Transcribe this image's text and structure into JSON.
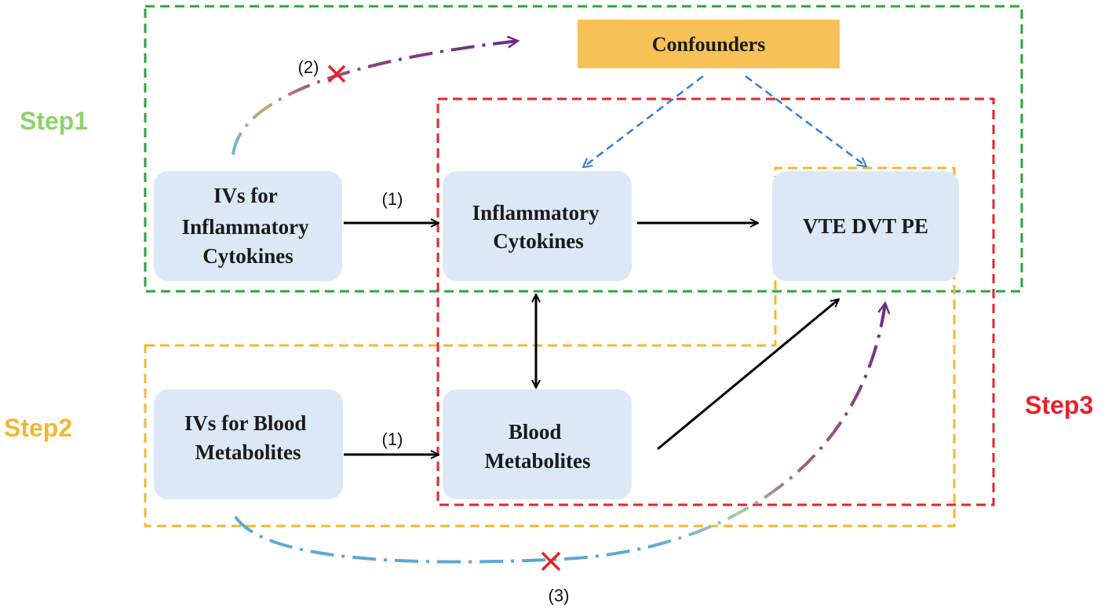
{
  "steps": {
    "step1": {
      "label": "Step1",
      "color": "#8cd36a"
    },
    "step2": {
      "label": "Step2",
      "color": "#f5b731"
    },
    "step3": {
      "label": "Step3",
      "color": "#e8232b"
    }
  },
  "nodes": {
    "ivs_cytokines": {
      "lines": [
        "IVs for",
        "Inflammatory",
        "Cytokines"
      ]
    },
    "cytokines": {
      "lines": [
        "Inflammatory",
        "Cytokines"
      ]
    },
    "outcome": {
      "lines": [
        "VTE DVT PE"
      ]
    },
    "ivs_metabolites": {
      "lines": [
        "IVs for Blood",
        "Metabolites"
      ]
    },
    "metabolites": {
      "lines": [
        "Blood",
        "Metabolites"
      ]
    },
    "confounders": {
      "label": "Confounders"
    }
  },
  "annotations": {
    "assumption1_top": "(1)",
    "assumption1_bottom": "(1)",
    "assumption2": "(2)",
    "assumption3": "(3)"
  },
  "colors": {
    "node_fill": "#dce8f6",
    "confounder_fill": "#f8c157",
    "step1_box": "#2aa63a",
    "step2_box": "#f5b731",
    "step3_box": "#e8232b",
    "confounder_arrow": "#2f7fd0",
    "cross": "#e8232b",
    "arrow": "#000000",
    "dashdot_start": "#6ab7d8",
    "dashdot_end": "#7b2d8f"
  }
}
